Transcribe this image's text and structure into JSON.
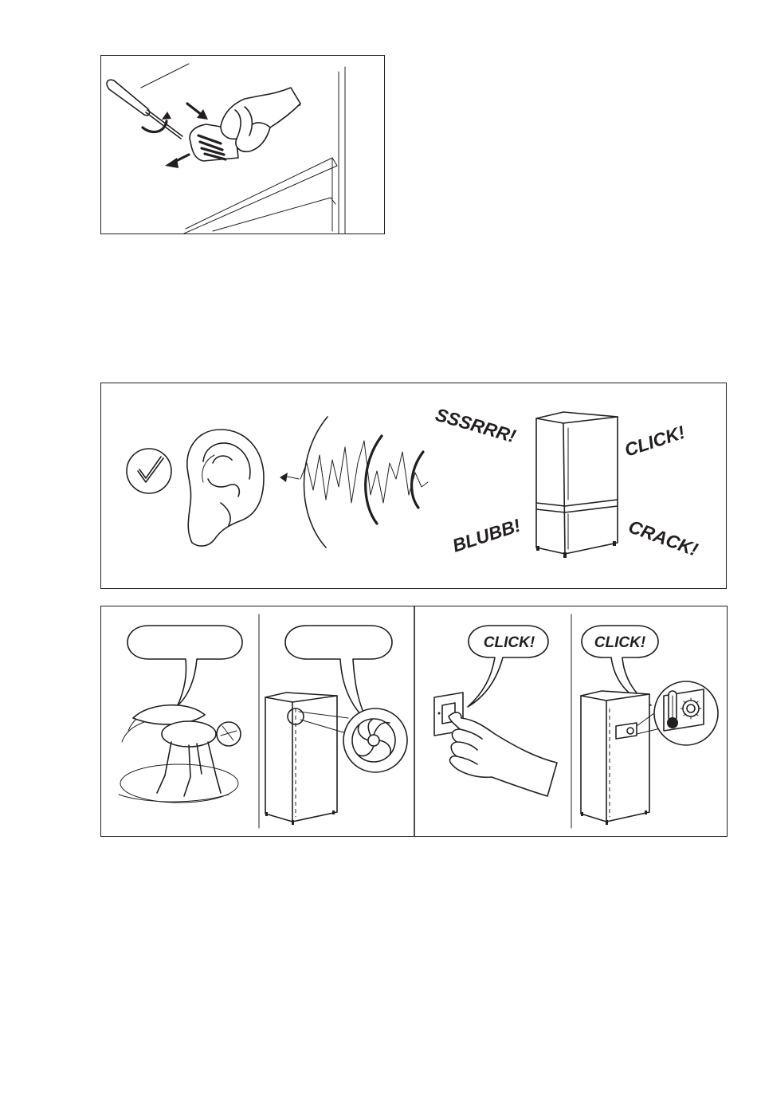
{
  "figure_filter_removal": {
    "icons": [
      "screwdriver-icon",
      "rotate-arrow-icon",
      "push-arrow-icon",
      "pull-arrow-icon",
      "hand-icon",
      "filter-cartridge-icon"
    ]
  },
  "figure_normal_sounds": {
    "icons": [
      "check-circle-icon",
      "ear-icon",
      "sound-wave-icon",
      "fridge-freezer-icon"
    ],
    "labels": {
      "top_left": "SSSRRR!",
      "top_right": "CLICK!",
      "bottom_left": "BLUBB!",
      "bottom_right": "CRACK!"
    }
  },
  "figure_sound_sources": {
    "panel_1": {
      "icons": [
        "speech-bubble-icon",
        "fly-icon"
      ],
      "bubble_text": ""
    },
    "panel_2": {
      "icons": [
        "speech-bubble-icon",
        "appliance-icon",
        "fan-icon"
      ],
      "bubble_text": ""
    },
    "panel_3": {
      "icons": [
        "speech-bubble-icon",
        "hand-icon",
        "switch-icon"
      ],
      "bubble_text": "CLICK!"
    },
    "panel_4": {
      "icons": [
        "speech-bubble-icon",
        "appliance-icon",
        "thermostat-icon"
      ],
      "bubble_text": "CLICK!"
    }
  }
}
